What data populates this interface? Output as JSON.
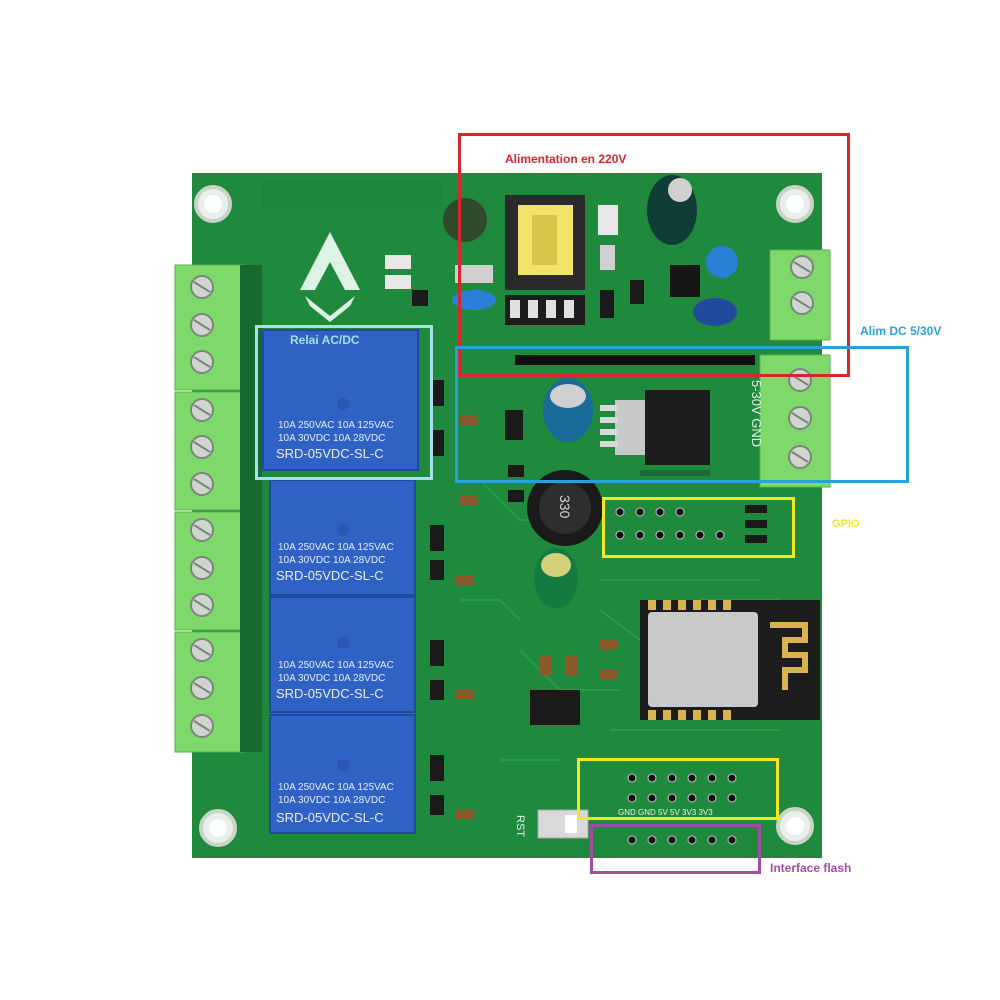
{
  "annotations": {
    "power_220v": {
      "label": "Alimentation en 220V",
      "color": "#d7262e"
    },
    "dc_power": {
      "label": "Alim DC 5/30V",
      "color": "#27a3dc"
    },
    "relay": {
      "label": "Relai AC/DC",
      "color": "#a9dfe8"
    },
    "gpio": {
      "label": "GPIO",
      "color": "#f2e81f"
    },
    "flash": {
      "label": "Interface flash",
      "color": "#a24ea0"
    }
  },
  "relay_markings": {
    "line1": "10A 250VAC 10A 125VAC",
    "line2": "10A  30VDC 10A  28VDC",
    "model": "SRD-05VDC-SL-C"
  },
  "board_labels": {
    "inductor": "330",
    "rst": "RST",
    "silk_dc": "5-30V GND",
    "flash_pins": "GND GND 5V 5V 3V3 3V3"
  },
  "colors": {
    "pcb": "#1f8a3e",
    "terminal": "#7fd96a",
    "relay": "#2f62c4"
  }
}
